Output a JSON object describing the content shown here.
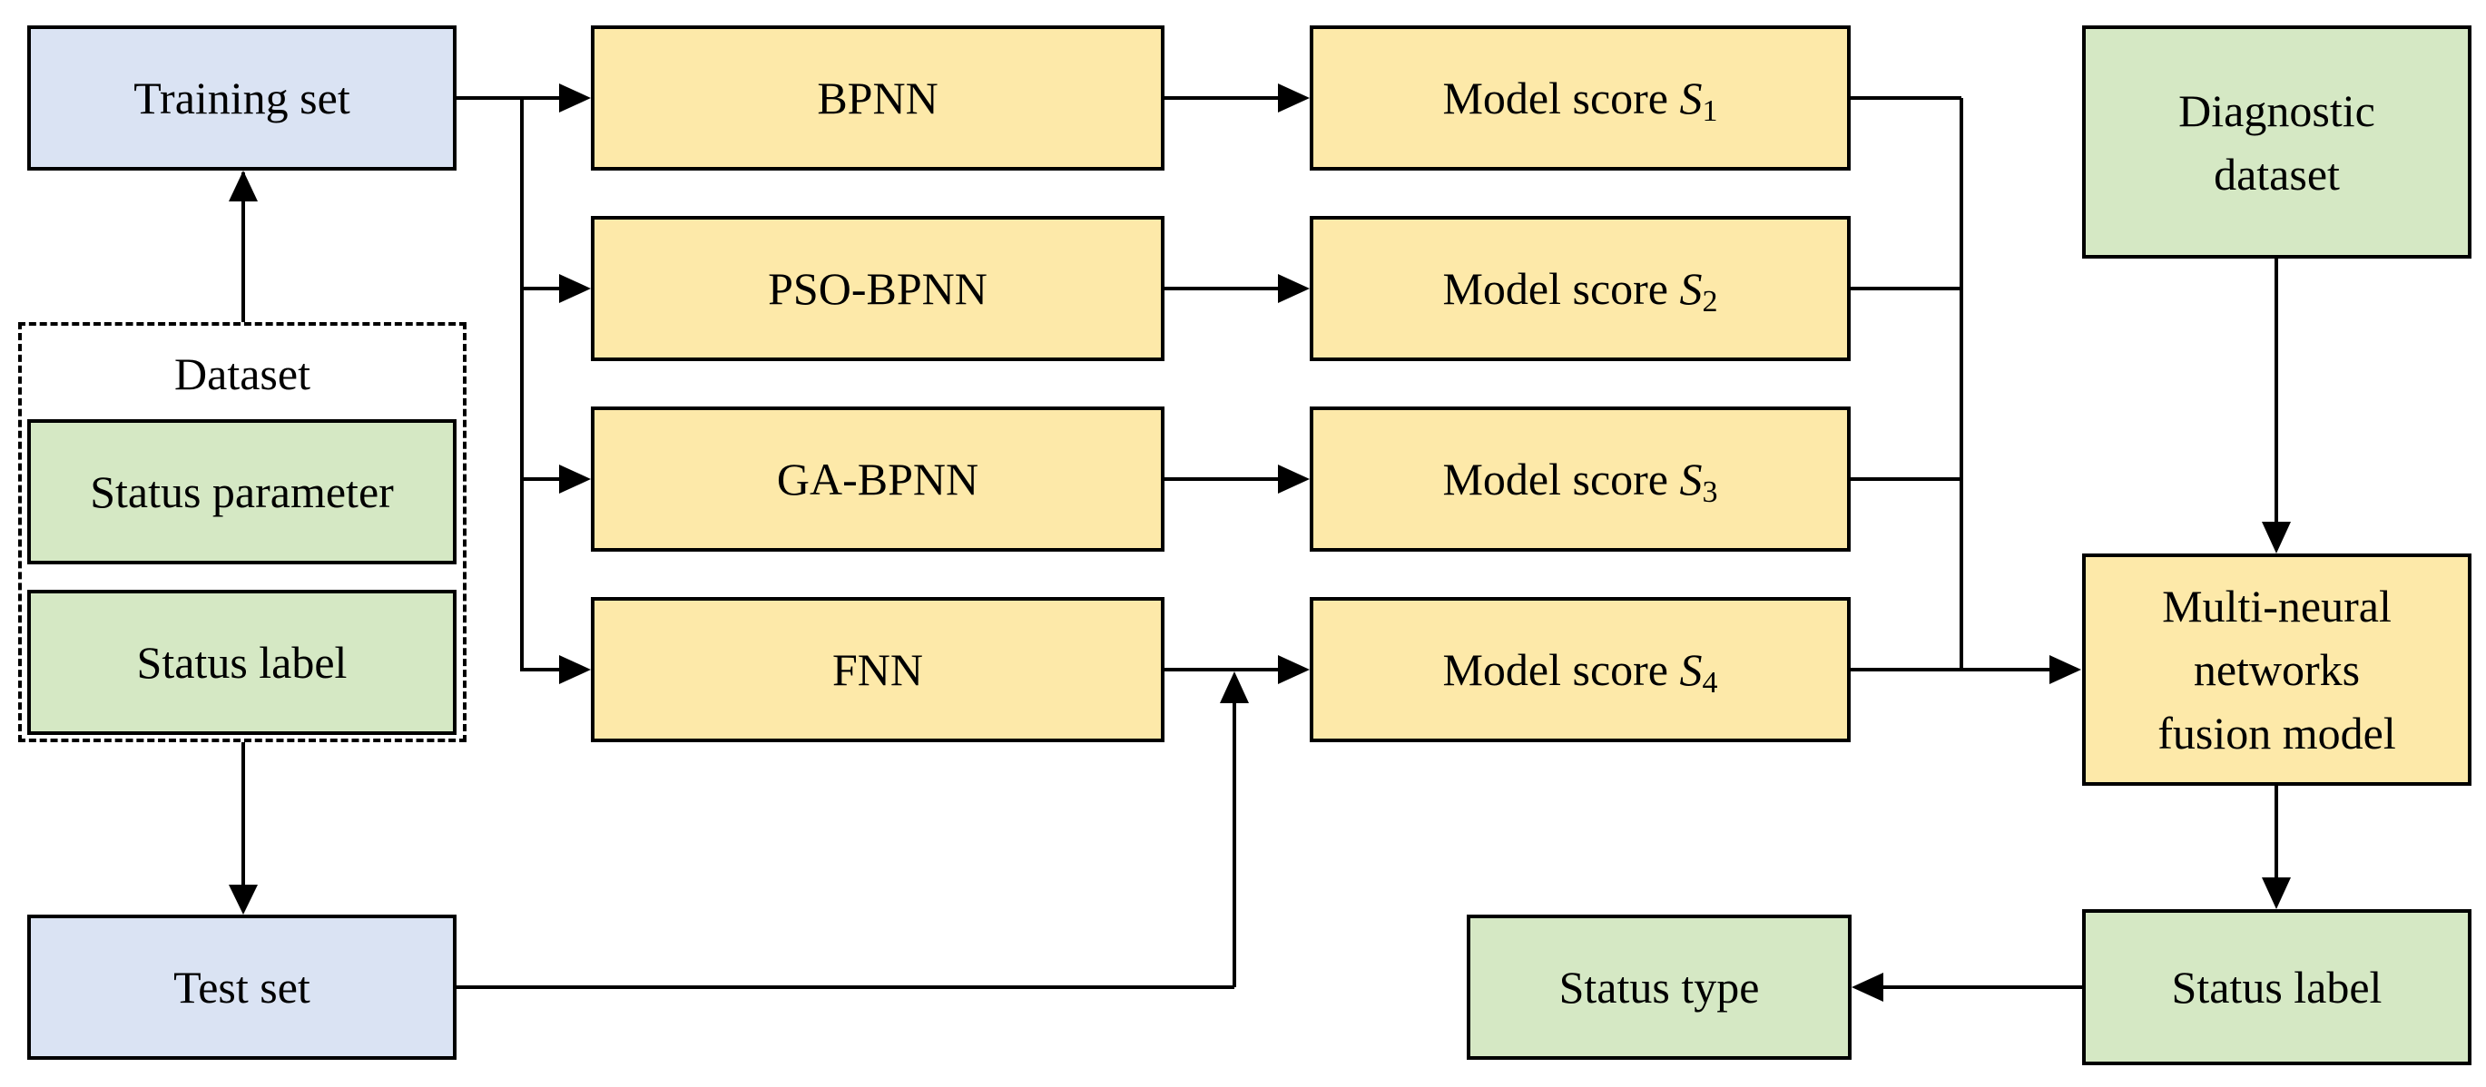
{
  "colors": {
    "data_box": "#dae3f3",
    "model_box": "#fde9a9",
    "status_box": "#d5e8c4",
    "stroke": "#000000"
  },
  "dataset": {
    "title": "Dataset",
    "status_parameter": "Status parameter",
    "status_label": "Status label"
  },
  "training_set": "Training set",
  "test_set": "Test set",
  "models": [
    {
      "name": "BPNN",
      "score_prefix": "Model score ",
      "score_symbol": "S",
      "score_index": "1"
    },
    {
      "name": "PSO-BPNN",
      "score_prefix": "Model score ",
      "score_symbol": "S",
      "score_index": "2"
    },
    {
      "name": "GA-BPNN",
      "score_prefix": "Model score ",
      "score_symbol": "S",
      "score_index": "3"
    },
    {
      "name": "FNN",
      "score_prefix": "Model score ",
      "score_symbol": "S",
      "score_index": "4"
    }
  ],
  "diagnostic_dataset": "Diagnostic\ndataset",
  "fusion_model": "Multi-neural\nnetworks\nfusion model",
  "output_status_label": "Status label",
  "status_type": "Status type"
}
